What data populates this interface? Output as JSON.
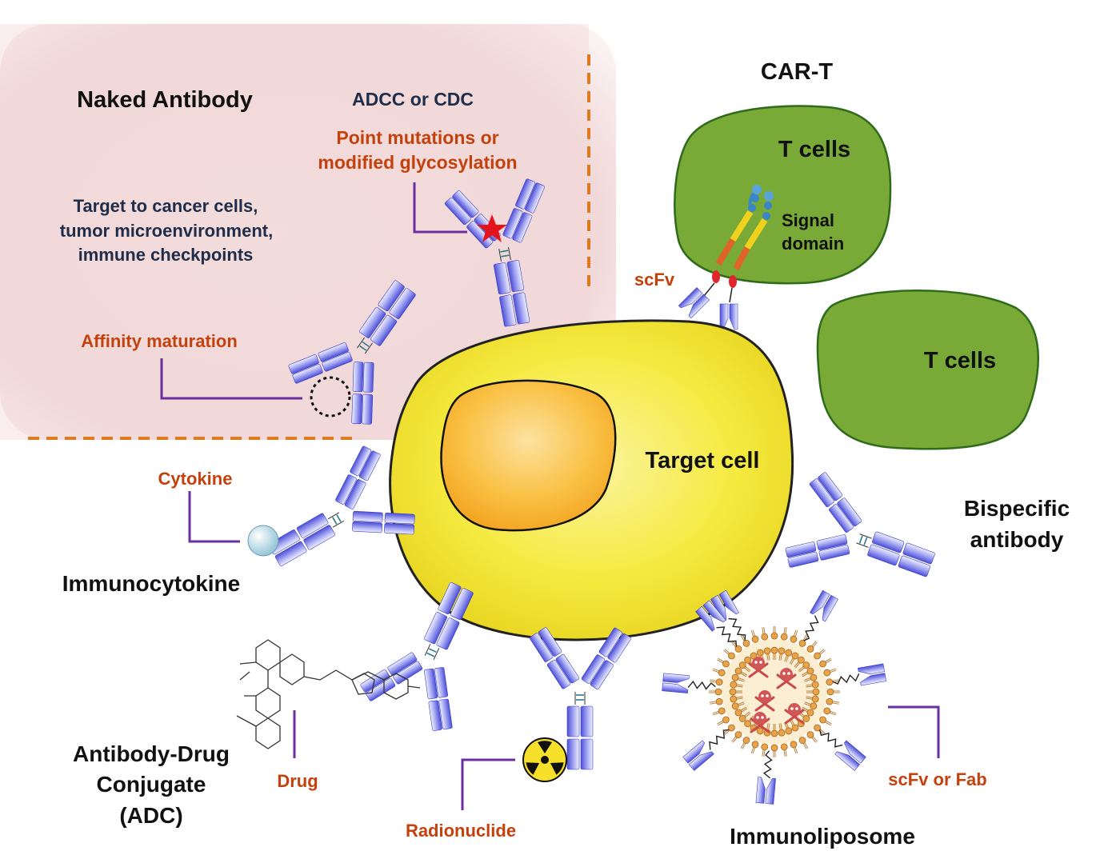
{
  "labels": {
    "naked_antibody": "Naked Antibody",
    "adcc_cdc": "ADCC or CDC",
    "point_mutations_1": "Point mutations or",
    "point_mutations_2": "modified glycosylation",
    "target_1": "Target to cancer cells,",
    "target_2": "tumor microenvironment,",
    "target_3": "immune checkpoints",
    "affinity": "Affinity maturation",
    "cart": "CAR-T",
    "tcells_top": "T cells",
    "signal_1": "Signal",
    "signal_2": "domain",
    "scfv": "scFv",
    "tcells_right": "T cells",
    "target_cell": "Target cell",
    "bispecific_1": "Bispecific",
    "bispecific_2": "antibody",
    "cytokine": "Cytokine",
    "immunocytokine": "Immunocytokine",
    "adc_1": "Antibody-Drug",
    "adc_2": "Conjugate",
    "adc_3": "(ADC)",
    "drug": "Drug",
    "radionuclide": "Radionuclide",
    "scfv_fab": "scFv or Fab",
    "immunoliposome": "Immunoliposome"
  },
  "colors": {
    "cell_yellow": "#f4e93a",
    "nucleus_orange": "#f7b52a",
    "tcell_green": "#7aab38",
    "callout_purple": "#6b2fa0",
    "divider_orange": "#e07a1f",
    "antibody_blue": "#6d6fe6",
    "naked_region": "#f3d9d9",
    "label_red": "#c2410c",
    "label_navy": "#1f2d4a"
  }
}
